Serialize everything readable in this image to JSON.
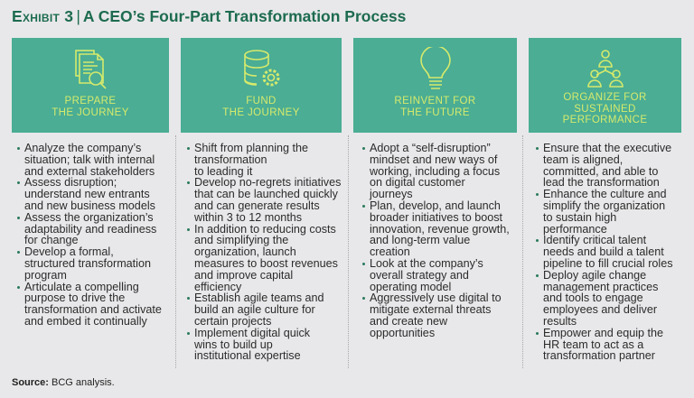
{
  "title": {
    "exhibit": "Exhibit 3",
    "separator": "|",
    "text": "A CEO’s Four-Part Transformation Process"
  },
  "colors": {
    "box": "#4aad94",
    "label": "#d6ea6c",
    "title": "#1d6b4f"
  },
  "columns": [
    {
      "icon": "document-search-icon",
      "label": "PREPARE\nTHE JOURNEY",
      "bullets": [
        "Analyze the company’s\nsituation; talk with internal\nand external stakeholders",
        "Assess disruption;\nunderstand new entrants\nand new business models",
        "Assess the organization’s\nadaptability and readiness\nfor change",
        "Develop a formal,\nstructured transformation\nprogram",
        "Articulate a compelling\npurpose to drive the\ntransformation and activate\nand embed it continually"
      ]
    },
    {
      "icon": "database-gear-icon",
      "label": "FUND\nTHE JOURNEY",
      "bullets": [
        "Shift from planning the\ntransformation\nto leading it",
        "Develop no-regrets initiatives\nthat can be launched quickly\nand can generate results\nwithin 3 to 12 months",
        "In addition to reducing costs\nand simplifying the\norganization, launch\nmeasures to boost revenues\nand improve capital\nefficiency",
        "Establish agile teams and\nbuild an agile culture for\ncertain projects",
        "Implement digital quick\nwins to build up\ninstitutional expertise"
      ]
    },
    {
      "icon": "lightbulb-icon",
      "label": "REINVENT FOR\nTHE FUTURE",
      "bullets": [
        "Adopt a “self-disruption”\nmindset and new ways of\nworking, including a focus\non digital customer\njourneys",
        "Plan, develop, and launch\nbroader initiatives to boost\ninnovation, revenue growth,\nand long-term value\ncreation",
        "Look at the company’s\noverall strategy and\noperating model",
        "Aggressively use digital to\nmitigate external threats\nand create new\nopportunities"
      ]
    },
    {
      "icon": "org-people-icon",
      "label": "ORGANIZE FOR\nSUSTAINED\nPERFORMANCE",
      "bullets": [
        "Ensure that the executive\nteam is aligned,\ncommitted, and able to\nlead the transformation",
        "Enhance the culture and\nsimplify the organization\nto sustain high\nperformance",
        "Identify critical talent\nneeds and build a talent\npipeline to fill crucial roles",
        "Deploy agile change\nmanagement practices\nand tools to engage\nemployees and deliver\nresults",
        "Empower and equip the\nHR team to act as a\ntransformation partner"
      ]
    }
  ],
  "source": {
    "label": "Source:",
    "text": " BCG analysis."
  }
}
